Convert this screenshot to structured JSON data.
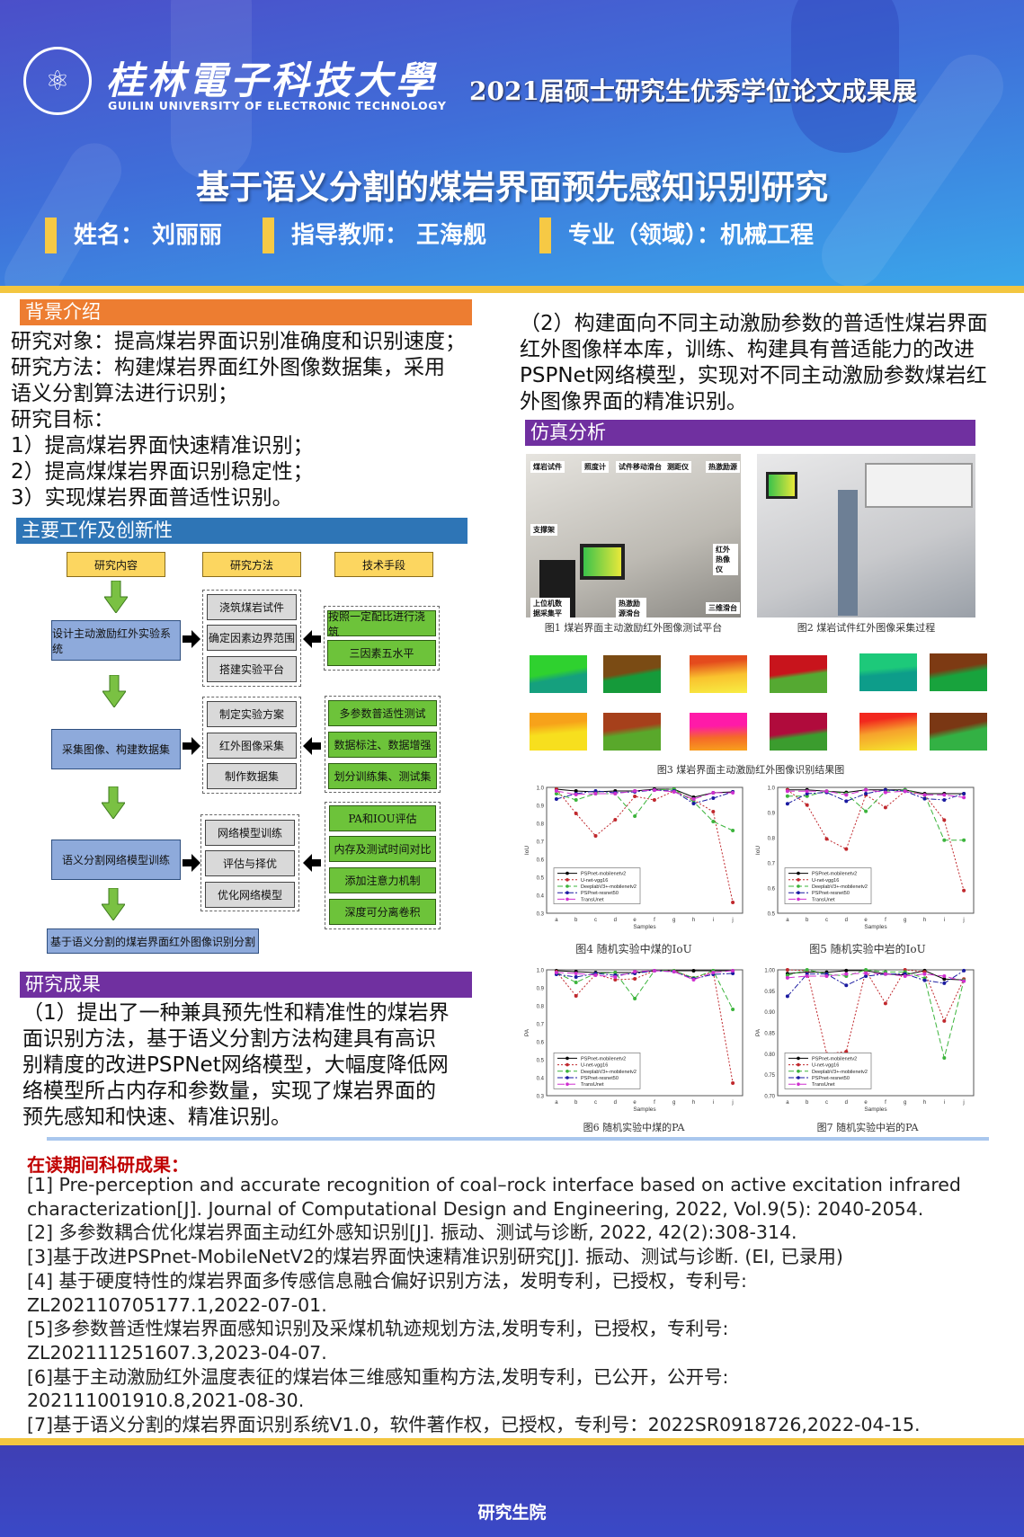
{
  "header": {
    "logo_text": "桂林电子科技大学 校徽",
    "university_cn": "桂林電子科技大學",
    "university_en": "GUILIN UNIVERSITY OF ELECTRONIC TECHNOLOGY",
    "exhibition": "2021届硕士研究生优秀学位论文成果展",
    "title": "基于语义分割的煤岩界面预先感知识别研究",
    "name": "姓名：  刘丽丽",
    "advisor": "指导教师：  王海舰",
    "major": "专业（领域）：机械工程"
  },
  "background": {
    "heading": "背景介绍",
    "lines": [
      "研究对象：提高煤岩界面识别准确度和识别速度；",
      "研究方法：构建煤岩界面红外图像数据集，采用",
      "语义分割算法进行识别；",
      "研究目标：",
      "1）提高煤岩界面快速精准识别；",
      "2）提高煤煤岩界面识别稳定性；",
      "3）实现煤岩界面普适性识别。"
    ]
  },
  "work": {
    "heading": "主要工作及创新性",
    "col_heads": [
      "研究内容",
      "研究方法",
      "技术手段"
    ],
    "stages": [
      "设计主动激励红外实验系统",
      "采集图像、构建数据集",
      "语义分割网络模型训练"
    ],
    "final": "基于语义分割的煤岩界面红外图像识别分割",
    "methods": [
      [
        "浇筑煤岩试件",
        "确定因素边界范围",
        "搭建实验平台"
      ],
      [
        "制定实验方案",
        "红外图像采集",
        "制作数据集"
      ],
      [
        "网络模型训练",
        "评估与择优",
        "优化网络模型"
      ]
    ],
    "techniques": [
      [
        "按照一定配比进行浇筑",
        "三因素五水平"
      ],
      [
        "多参数普适性测试",
        "数据标注、数据增强",
        "划分训练集、测试集"
      ],
      [
        "PA和IOU评估",
        "内存及测试时间对比",
        "添加注意力机制",
        "深度可分离卷积"
      ]
    ]
  },
  "results": {
    "heading": "研究成果",
    "lines": [
      "（1）提出了一种兼具预先性和精准性的煤岩界",
      "面识别方法，基于语义分割方法构建具有高识",
      "别精度的改进PSPNet网络模型，大幅度降低网",
      "络模型所占内存和参数量，实现了煤岩界面的",
      "预先感知和快速、精准识别。"
    ]
  },
  "right_intro": {
    "lines": [
      "（2）构建面向不同主动激励参数的普适性煤岩界面",
      "红外图像样本库，训练、构建具有普适能力的改进",
      "PSPNet网络模型，实现对不同主动激励参数煤岩红",
      "外图像界面的精准识别。"
    ]
  },
  "simulation": {
    "heading": "仿真分析",
    "photo_labels": [
      "煤岩试件",
      "照度计",
      "试件移动滑台",
      "测距仪",
      "热激励源",
      "支撑架",
      "红外热像仪",
      "上位机数据采集平台",
      "热激励源滑台",
      "三维滑台"
    ],
    "fig1": "图1 煤岩界面主动激励红外图像测试平台",
    "fig2": "图2 煤岩试件红外图像采集过程",
    "fig3": "图3 煤岩界面主动激励红外图像识别结果图",
    "fig4": "图4 随机实验中煤的IoU",
    "fig5": "图5 随机实验中岩的IoU",
    "fig6": "图6 随机实验中煤的PA",
    "fig7": "图7 随机实验中岩的PA"
  },
  "publications": {
    "heading": "在读期间科研成果：",
    "lines": [
      "[1] Pre-perception and accurate recognition of coal–rock interface based on active excitation infrared",
      "characterization[J]. Journal of Computational Design and Engineering, 2022, Vol.9(5): 2040-2054.",
      "[2] 多参数耦合优化煤岩界面主动红外感知识别[J]. 振动、测试与诊断, 2022, 42(2):308-314.",
      "[3]基于改进PSPnet-MobileNetV2的煤岩界面快速精准识别研究[J]. 振动、测试与诊断. (EI, 已录用)",
      "[4] 基于硬度特性的煤岩界面多传感信息融合偏好识别方法，发明专利，已授权，专利号:",
      "ZL202110705177.1,2022-07-01.",
      "[5]多参数普适性煤岩界面感知识别及采煤机轨迹规划方法,发明专利，已授权，专利号:",
      "ZL202111251607.3,2023-04-07.",
      "[6]基于主动激励红外温度表征的煤岩体三维感知重构方法,发明专利，已公开，公开号:",
      "202111001910.8,2021-08-30.",
      "[7]基于语义分割的煤岩界面识别系统V1.0，软件著作权，已授权，专利号：2022SR0918726,2022-04-15."
    ]
  },
  "footer": {
    "text": "研究生院"
  },
  "colors": {
    "orange": "#ed7d31",
    "blue": "#2e75b6",
    "purple": "#7030a0",
    "yellow": "#f3c640",
    "red": "#c00000"
  },
  "chart_data": [
    {
      "type": "line",
      "title": "",
      "xlabel": "Samples",
      "ylabel": "IoU",
      "ylim": [
        0.3,
        1.0
      ],
      "yticks": [
        "0.3",
        "0.4",
        "0.5",
        "0.6",
        "0.7",
        "0.8",
        "0.9",
        "1.0"
      ],
      "categories": [
        "a",
        "b",
        "c",
        "d",
        "e",
        "f",
        "g",
        "h",
        "i",
        "j"
      ],
      "legend": "center-left",
      "series": [
        {
          "name": "PSPnet-mobilenetv2",
          "color": "#000000",
          "dash": "",
          "values": [
            0.99,
            0.98,
            0.975,
            0.98,
            0.98,
            0.99,
            0.99,
            0.945,
            0.97,
            0.975
          ]
        },
        {
          "name": "U-net-vgg16",
          "color": "#c0282d",
          "dash": "2,2",
          "values": [
            0.99,
            0.855,
            0.73,
            0.82,
            0.95,
            0.93,
            0.98,
            0.93,
            0.865,
            0.36
          ]
        },
        {
          "name": "DeeplabV3+-mobilenetv2",
          "color": "#3cb43c",
          "dash": "6,3",
          "values": [
            0.965,
            0.93,
            0.965,
            0.965,
            0.84,
            0.985,
            0.99,
            0.92,
            0.81,
            0.76
          ]
        },
        {
          "name": "PSPnet-resnet50",
          "color": "#1a1aa0",
          "dash": "6,2,2,2",
          "values": [
            0.935,
            0.965,
            0.98,
            0.97,
            0.975,
            0.985,
            0.98,
            0.91,
            0.94,
            0.975
          ]
        },
        {
          "name": "TransUnet",
          "color": "#d030d0",
          "dash": "8,4",
          "values": [
            0.98,
            0.96,
            0.965,
            0.965,
            0.98,
            0.985,
            0.975,
            0.935,
            0.97,
            0.97
          ]
        }
      ]
    },
    {
      "type": "line",
      "title": "",
      "xlabel": "Samples",
      "ylabel": "IoU",
      "ylim": [
        0.5,
        1.0
      ],
      "yticks": [
        "0.5",
        "0.6",
        "0.7",
        "0.8",
        "0.9",
        "1.0"
      ],
      "categories": [
        "a",
        "b",
        "c",
        "d",
        "e",
        "f",
        "g",
        "h",
        "i",
        "j"
      ],
      "legend": "center-left",
      "series": [
        {
          "name": "PSPnet-mobilenetv2",
          "color": "#000000",
          "dash": "",
          "values": [
            0.99,
            0.99,
            0.985,
            0.98,
            0.99,
            0.99,
            0.99,
            0.975,
            0.975,
            0.975
          ]
        },
        {
          "name": "U-net-vgg16",
          "color": "#c0282d",
          "dash": "2,2",
          "values": [
            0.99,
            0.93,
            0.795,
            0.755,
            0.97,
            0.92,
            0.985,
            0.97,
            0.87,
            0.59
          ]
        },
        {
          "name": "DeeplabV3+-mobilenetv2",
          "color": "#3cb43c",
          "dash": "6,3",
          "values": [
            0.965,
            0.965,
            0.985,
            0.975,
            0.905,
            0.985,
            0.99,
            0.97,
            0.79,
            0.79
          ]
        },
        {
          "name": "PSPnet-resnet50",
          "color": "#1a1aa0",
          "dash": "6,2,2,2",
          "values": [
            0.935,
            0.975,
            0.98,
            0.945,
            0.975,
            0.99,
            0.985,
            0.955,
            0.95,
            0.975
          ]
        },
        {
          "name": "TransUnet",
          "color": "#d030d0",
          "dash": "8,4",
          "values": [
            0.985,
            0.985,
            0.985,
            0.97,
            0.99,
            0.98,
            0.985,
            0.97,
            0.97,
            0.96
          ]
        }
      ]
    },
    {
      "type": "line",
      "title": "",
      "xlabel": "Samples",
      "ylabel": "PA",
      "ylim": [
        0.3,
        1.0
      ],
      "yticks": [
        "0.3",
        "0.4",
        "0.5",
        "0.6",
        "0.7",
        "0.8",
        "0.9",
        "1.0"
      ],
      "categories": [
        "a",
        "b",
        "c",
        "d",
        "e",
        "f",
        "g",
        "h",
        "i",
        "j"
      ],
      "legend": "bottom-left",
      "series": [
        {
          "name": "PSPnet-mobilenetv2",
          "color": "#000000",
          "dash": "",
          "values": [
            0.995,
            0.99,
            0.985,
            0.985,
            0.985,
            0.995,
            0.995,
            0.995,
            0.995,
            0.995
          ]
        },
        {
          "name": "U-net-vgg16",
          "color": "#c0282d",
          "dash": "2,2",
          "values": [
            0.99,
            0.855,
            0.975,
            0.945,
            0.95,
            0.995,
            0.995,
            0.955,
            0.99,
            0.37
          ]
        },
        {
          "name": "DeeplabV3+-mobilenetv2",
          "color": "#3cb43c",
          "dash": "6,3",
          "values": [
            0.985,
            0.93,
            0.98,
            0.985,
            0.84,
            0.995,
            0.995,
            0.955,
            0.995,
            0.78
          ]
        },
        {
          "name": "PSPnet-resnet50",
          "color": "#1a1aa0",
          "dash": "6,2,2,2",
          "values": [
            0.975,
            0.96,
            0.98,
            0.97,
            0.98,
            0.995,
            0.99,
            0.95,
            0.975,
            0.98
          ]
        },
        {
          "name": "TransUnet",
          "color": "#d030d0",
          "dash": "8,4",
          "values": [
            0.985,
            0.98,
            0.97,
            0.96,
            0.99,
            0.995,
            0.99,
            0.945,
            0.985,
            0.995
          ]
        }
      ]
    },
    {
      "type": "line",
      "title": "",
      "xlabel": "Samples",
      "ylabel": "PA",
      "ylim": [
        0.7,
        1.0
      ],
      "yticks": [
        "0.70",
        "0.75",
        "0.80",
        "0.85",
        "0.90",
        "0.95",
        "1.00"
      ],
      "categories": [
        "a",
        "b",
        "c",
        "d",
        "e",
        "f",
        "g",
        "h",
        "i",
        "j"
      ],
      "legend": "bottom-left",
      "series": [
        {
          "name": "PSPnet-mobilenetv2",
          "color": "#000000",
          "dash": "",
          "values": [
            0.991,
            0.995,
            0.994,
            0.998,
            0.998,
            0.99,
            0.988,
            0.998,
            0.978,
            0.976
          ]
        },
        {
          "name": "U-net-vgg16",
          "color": "#c0282d",
          "dash": "2,2",
          "values": [
            1.0,
            0.998,
            0.8,
            0.805,
            0.998,
            0.92,
            1.0,
            0.995,
            0.878,
            0.978
          ]
        },
        {
          "name": "DeeplabV3+-mobilenetv2",
          "color": "#3cb43c",
          "dash": "6,3",
          "values": [
            0.987,
            1.0,
            0.99,
            0.985,
            1.0,
            0.995,
            0.995,
            0.98,
            0.79,
            0.975
          ]
        },
        {
          "name": "PSPnet-resnet50",
          "color": "#1a1aa0",
          "dash": "6,2,2,2",
          "values": [
            0.937,
            0.99,
            0.99,
            0.963,
            0.985,
            0.99,
            0.99,
            0.975,
            0.968,
            0.998
          ]
        },
        {
          "name": "TransUnet",
          "color": "#d030d0",
          "dash": "8,4",
          "values": [
            0.981,
            0.985,
            0.985,
            0.99,
            0.992,
            0.99,
            0.985,
            0.99,
            0.985,
            0.973
          ]
        }
      ]
    }
  ]
}
